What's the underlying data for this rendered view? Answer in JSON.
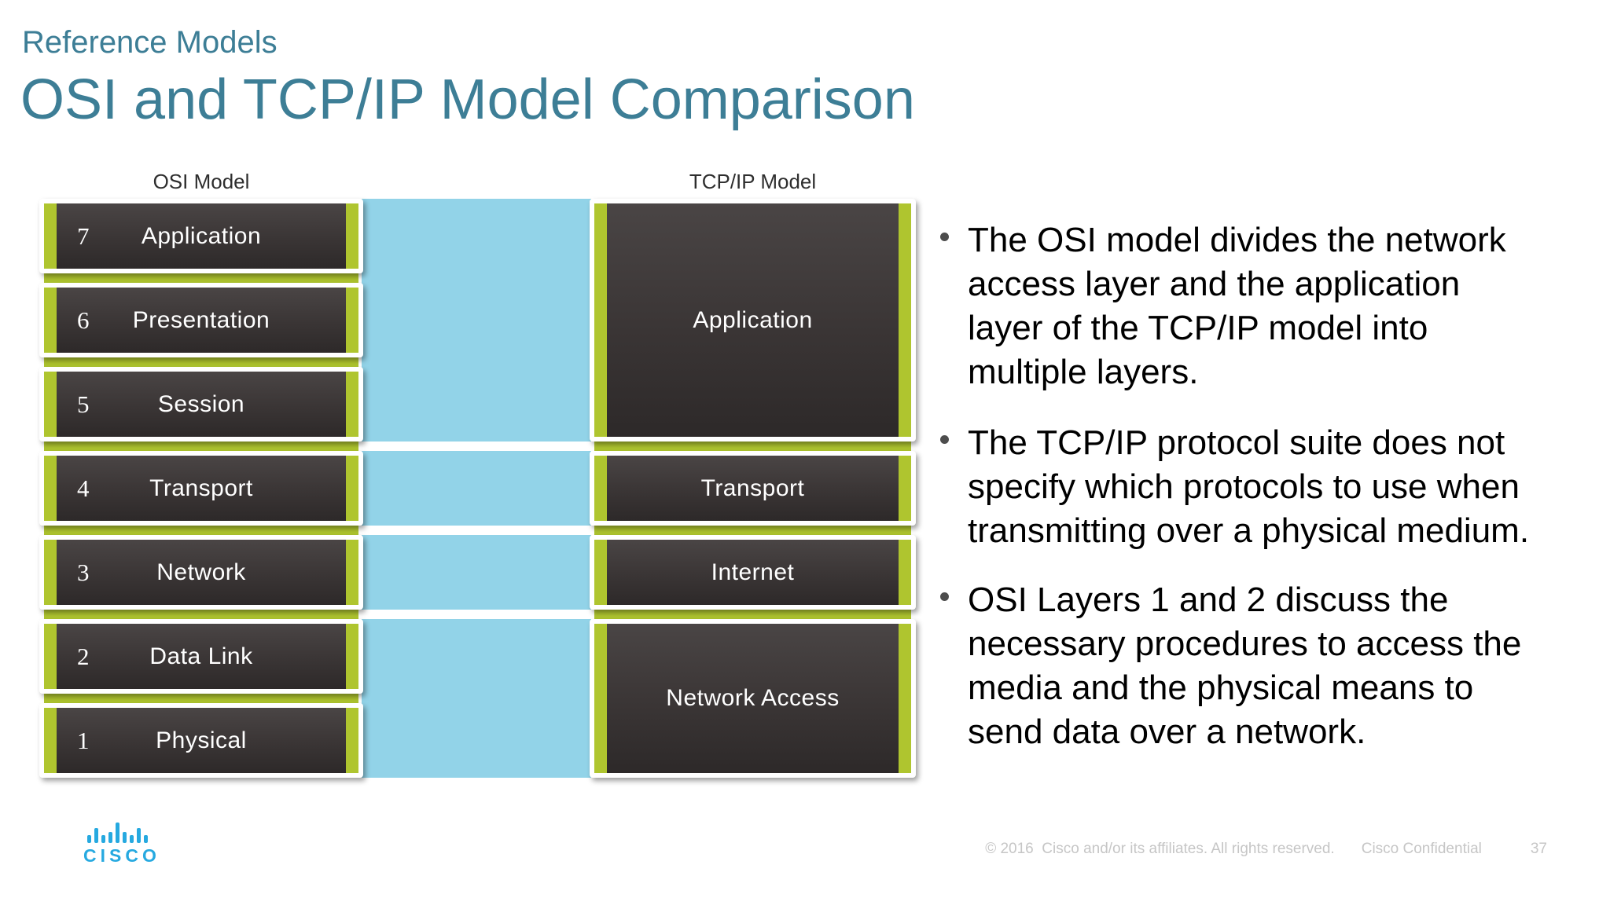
{
  "header": {
    "pretitle": "Reference Models",
    "title": "OSI and TCP/IP Model Comparison"
  },
  "diagram": {
    "osi": {
      "label": "OSI Model",
      "layers": [
        {
          "number": "7",
          "name": "Application"
        },
        {
          "number": "6",
          "name": "Presentation"
        },
        {
          "number": "5",
          "name": "Session"
        },
        {
          "number": "4",
          "name": "Transport"
        },
        {
          "number": "3",
          "name": "Network"
        },
        {
          "number": "2",
          "name": "Data Link"
        },
        {
          "number": "1",
          "name": "Physical"
        }
      ]
    },
    "tcpip": {
      "label": "TCP/IP Model",
      "layers": [
        {
          "name": "Application",
          "spans_osi_layers": "7-5"
        },
        {
          "name": "Transport",
          "spans_osi_layers": "4"
        },
        {
          "name": "Internet",
          "spans_osi_layers": "3"
        },
        {
          "name": "Network Access",
          "spans_osi_layers": "2-1"
        }
      ]
    }
  },
  "bullets": [
    {
      "text": "The OSI model divides the network\naccess layer and the application\nlayer of the TCP/IP model into\nmultiple layers."
    },
    {
      "text": "The TCP/IP protocol suite does not\nspecify which protocols to use when\ntransmitting over a physical medium."
    },
    {
      "text": "OSI Layers 1 and 2 discuss the\nnecessary procedures to access the\nmedia and the physical means to\nsend data over a network."
    }
  ],
  "footer": {
    "logo_text": "CISCO",
    "copyright": "© 2016  Cisco and/or its affiliates. All rights reserved.",
    "confidential": "Cisco Confidential",
    "page_number": "37"
  },
  "colors": {
    "accent_teal": "#3d7e96",
    "layer_green": "#afc52f",
    "band_blue": "#92d3e8",
    "box_dark": "#3b3636",
    "cisco_blue": "#26a9e0"
  }
}
